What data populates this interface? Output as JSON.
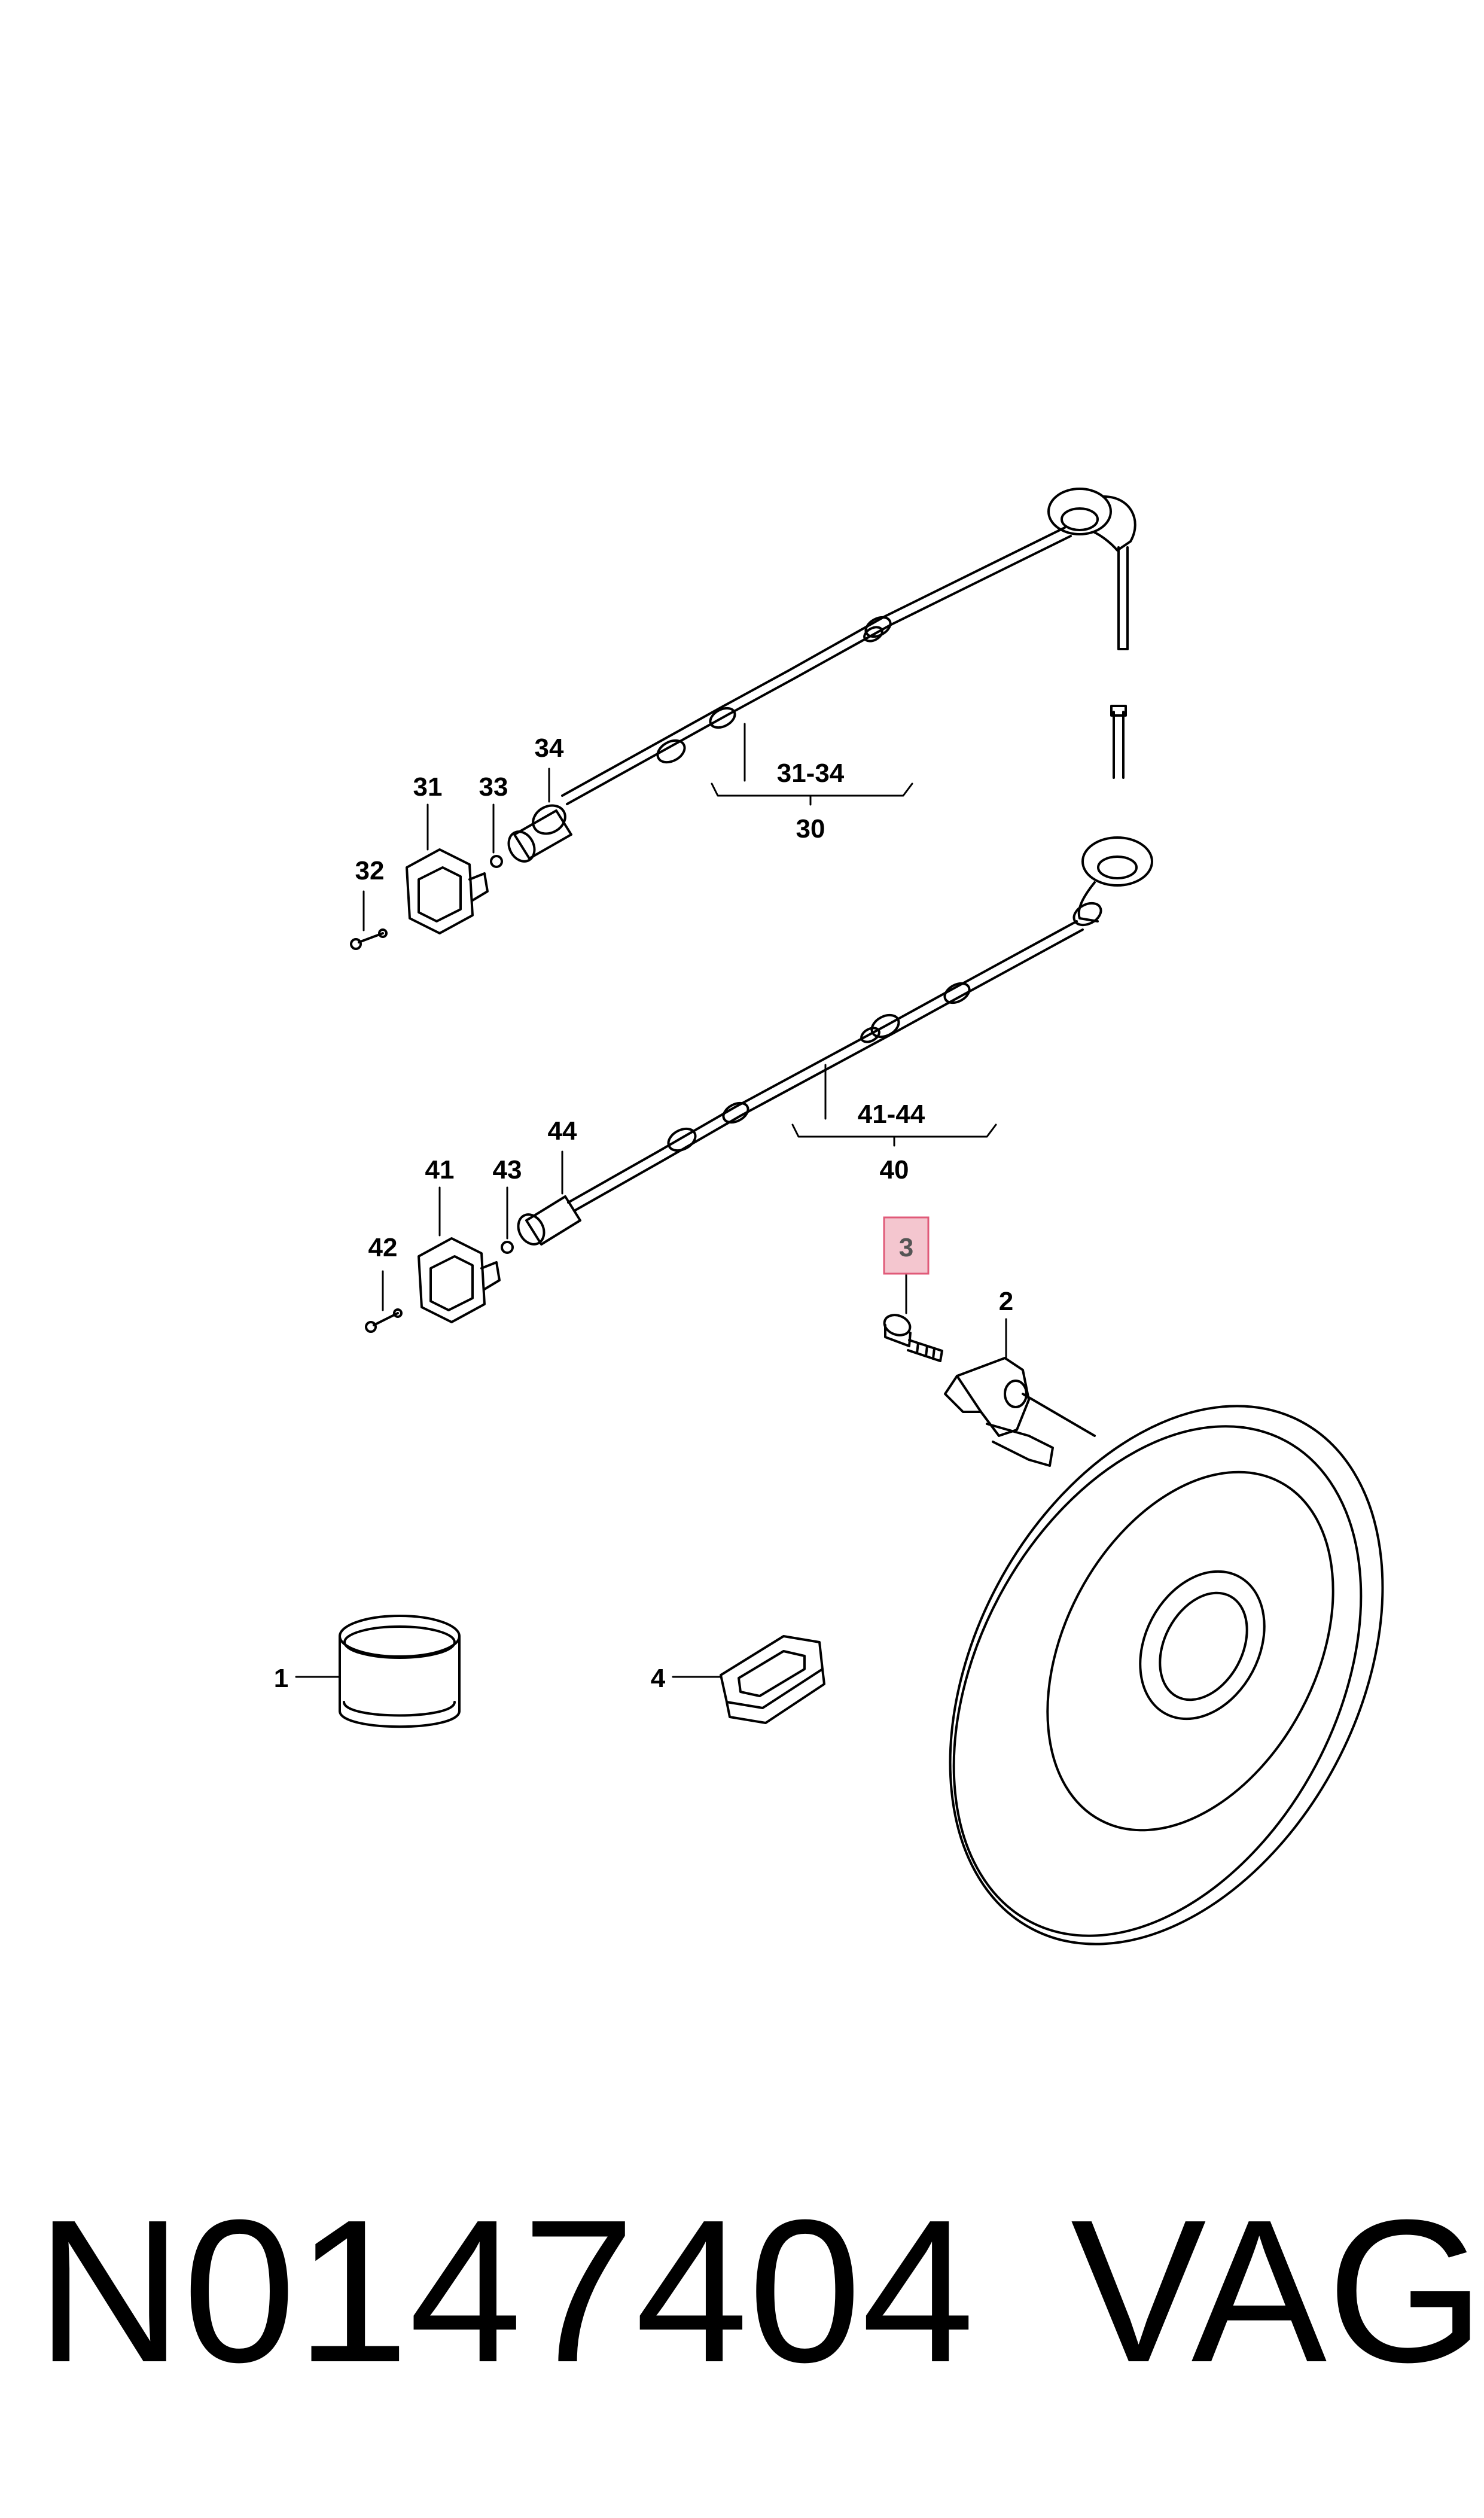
{
  "callouts": {
    "c1": "1",
    "c2": "2",
    "c3": "3",
    "c4": "4",
    "c30": "30",
    "c31": "31",
    "c32": "32",
    "c33": "33",
    "c34": "34",
    "c31_34": "31-34",
    "c40": "40",
    "c41": "41",
    "c42": "42",
    "c43": "43",
    "c44": "44",
    "c41_44": "41-44"
  },
  "highlighted_callout": "3",
  "highlight_color": "#f4c6cf",
  "highlight_border": "#e05a78",
  "footer": {
    "part_number": "N0147404",
    "brand": "VAG"
  }
}
